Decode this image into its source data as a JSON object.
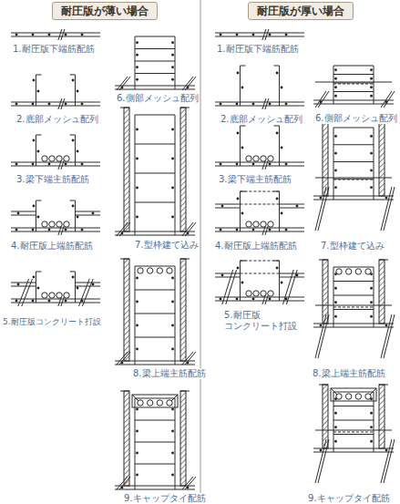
{
  "diagram": {
    "nodes": [
      {
        "text": [
          "耐圧版が薄い場合"
        ]
      },
      {
        "text": [
          "耐圧版が厚い場合"
        ]
      }
    ],
    "labels": [
      "1.耐圧版下端筋配筋",
      "2.底部メッシュ配列",
      "3.梁下端主筋配筋",
      "4.耐圧版上端筋配筋",
      "5.耐圧版コンクリート打設",
      "6.側部メッシュ配列",
      "7.型枠建て込み",
      "8.梁上端主筋配筋",
      "9.キャップタイ配筋",
      "1.耐圧版下端筋配筋",
      "2.底部メッシュ配列",
      "3.梁下端主筋配筋",
      "4.耐圧版上端筋配筋",
      "5.耐圧版 コンクリート打設",
      "6.側部メッシュ配列",
      "7.型枠建て込み",
      "8.梁上端主筋配筋",
      "9.キャップタイ配筋"
    ]
  }
}
